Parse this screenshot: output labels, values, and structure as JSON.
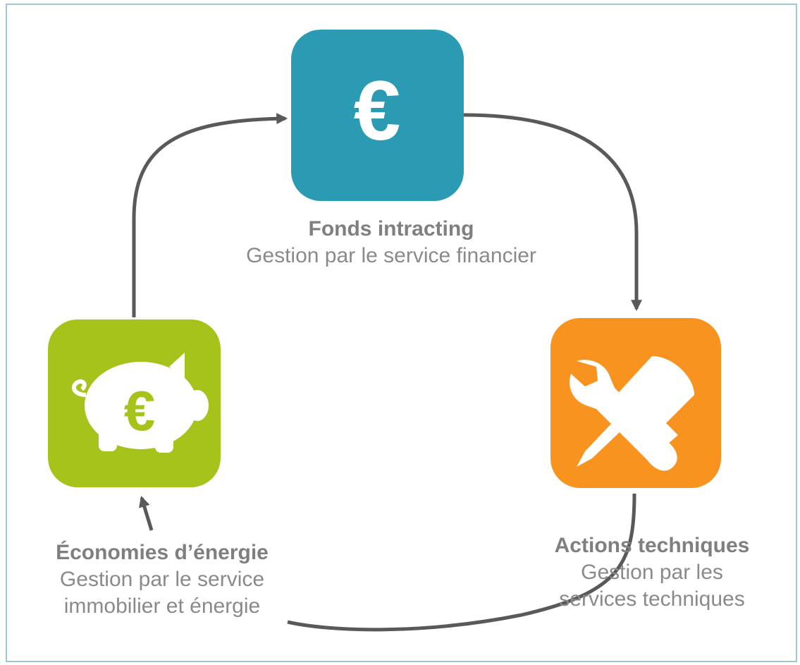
{
  "colors": {
    "fonds": "#2b9bb3",
    "actions": "#f7931e",
    "economies": "#a6c31c",
    "arrow": "#595959",
    "text": "#8a8a8a",
    "frame": "#9cc9d4"
  },
  "nodes": {
    "fonds": {
      "icon": "euro-icon",
      "symbol": "€",
      "title": "Fonds intracting",
      "lines": [
        "Gestion par le service financier"
      ]
    },
    "actions": {
      "icon": "wrench-screwdriver-icon",
      "title": "Actions techniques",
      "lines": [
        "Gestion par les",
        "services techniques"
      ]
    },
    "economies": {
      "icon": "piggy-bank-euro-icon",
      "symbol": "€",
      "title": "Économies d’énergie",
      "lines": [
        "Gestion par le service",
        "immobilier et énergie"
      ]
    }
  }
}
